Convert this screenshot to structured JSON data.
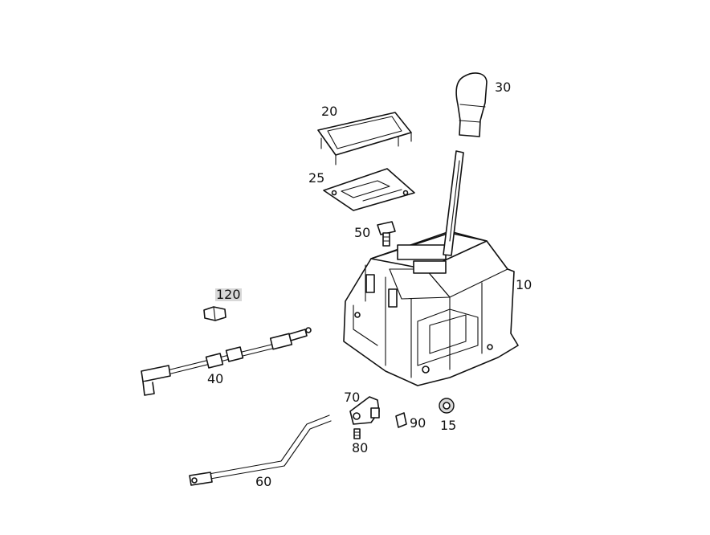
{
  "diagram": {
    "parts": [
      {
        "id": "shift-housing",
        "number": "10"
      },
      {
        "id": "shift-knob",
        "number": "30"
      },
      {
        "id": "trim-frame",
        "number": "20"
      },
      {
        "id": "gate-cover-plate",
        "number": "25"
      },
      {
        "id": "bolt",
        "number": "50"
      },
      {
        "id": "connector-clip",
        "number": "120",
        "highlighted": true
      },
      {
        "id": "shift-cable",
        "number": "40"
      },
      {
        "id": "lever-bracket",
        "number": "70"
      },
      {
        "id": "clip",
        "number": "90"
      },
      {
        "id": "bushing",
        "number": "15"
      },
      {
        "id": "screw",
        "number": "80"
      },
      {
        "id": "connecting-rod",
        "number": "60"
      }
    ]
  }
}
